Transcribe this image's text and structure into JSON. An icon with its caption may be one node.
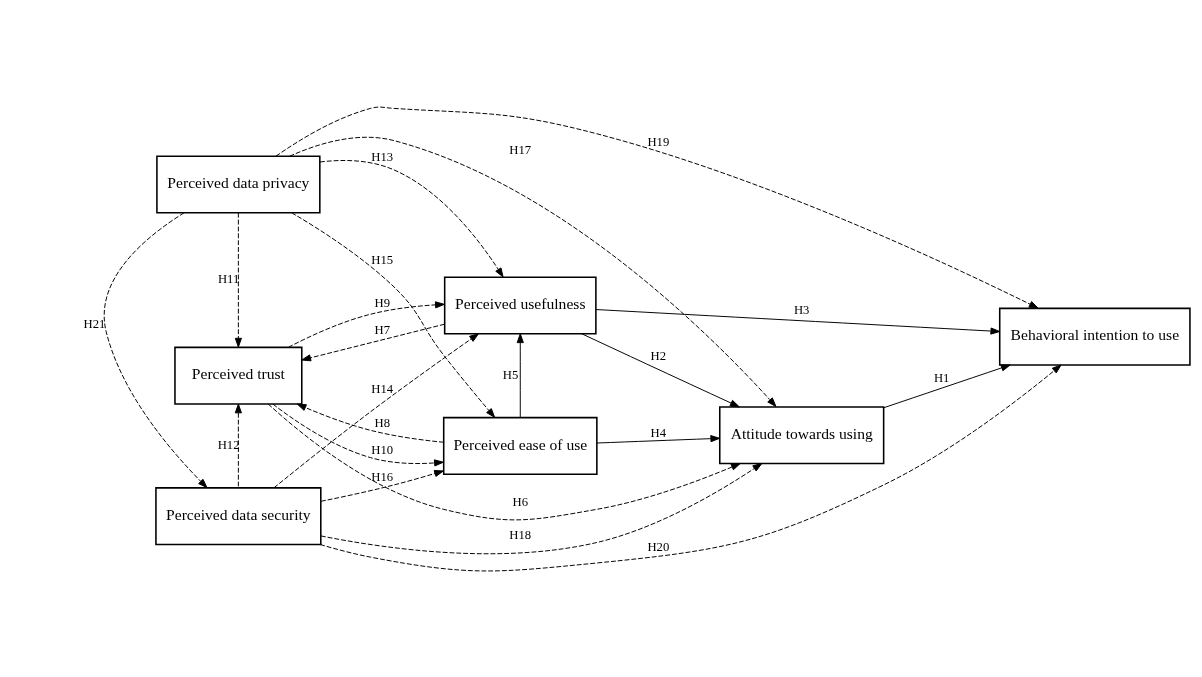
{
  "diagram": {
    "nodes": [
      {
        "text": [
          "Perceived data privacy"
        ]
      },
      {
        "text": [
          "Perceived usefulness"
        ]
      },
      {
        "text": [
          "Perceived trust"
        ]
      },
      {
        "text": [
          "Attitude towards using"
        ]
      },
      {
        "text": [
          "Behavioral intention to use"
        ]
      },
      {
        "text": [
          "Perceived data security"
        ]
      },
      {
        "text": [
          "Perceived ease of use"
        ]
      }
    ],
    "edges": [
      {
        "from": 3,
        "to": 4,
        "arrow": "to",
        "label": "H1"
      },
      {
        "from": 1,
        "to": 3,
        "arrow": "to",
        "label": "H2"
      },
      {
        "from": 1,
        "to": 4,
        "arrow": "to",
        "label": "H3"
      },
      {
        "from": 6,
        "to": 3,
        "arrow": "to",
        "label": "H4"
      },
      {
        "from": 6,
        "to": 1,
        "arrow": "to",
        "label": "H5"
      },
      {
        "from": 2,
        "to": 3,
        "arrow": "to",
        "label": "H6",
        "style": "dashed"
      },
      {
        "from": 1,
        "to": 2,
        "arrow": "to",
        "label": "H7",
        "style": "dashed"
      },
      {
        "from": 6,
        "to": 2,
        "arrow": "to",
        "label": "H8",
        "style": "dashed"
      },
      {
        "from": 2,
        "to": 1,
        "arrow": "to",
        "label": "H9",
        "style": "dashed"
      },
      {
        "from": 2,
        "to": 6,
        "arrow": "to",
        "label": "H10",
        "style": "dashed"
      },
      {
        "from": 0,
        "to": 2,
        "arrow": "to",
        "label": "H11",
        "style": "dashed"
      },
      {
        "from": 5,
        "to": 2,
        "arrow": "to",
        "label": "H12",
        "style": "dashed"
      },
      {
        "from": 0,
        "to": 1,
        "arrow": "to",
        "label": "H13",
        "style": "dashed"
      },
      {
        "from": 5,
        "to": 1,
        "arrow": "to",
        "label": "H14",
        "style": "dashed"
      },
      {
        "from": 0,
        "to": 6,
        "arrow": "to",
        "label": "H15",
        "style": "dashed"
      },
      {
        "from": 5,
        "to": 6,
        "arrow": "to",
        "label": "H16",
        "style": "dashed"
      },
      {
        "from": 0,
        "to": 3,
        "arrow": "to",
        "label": "H17",
        "style": "dashed"
      },
      {
        "from": 5,
        "to": 3,
        "arrow": "to",
        "label": "H18",
        "style": "dashed"
      },
      {
        "from": 0,
        "to": 4,
        "arrow": "to",
        "label": "H19",
        "style": "dashed"
      },
      {
        "from": 5,
        "to": 4,
        "arrow": "to",
        "label": "H20",
        "style": "dashed"
      },
      {
        "from": 0,
        "to": 5,
        "arrow": "to",
        "label": "H21",
        "style": "dashed"
      }
    ]
  }
}
